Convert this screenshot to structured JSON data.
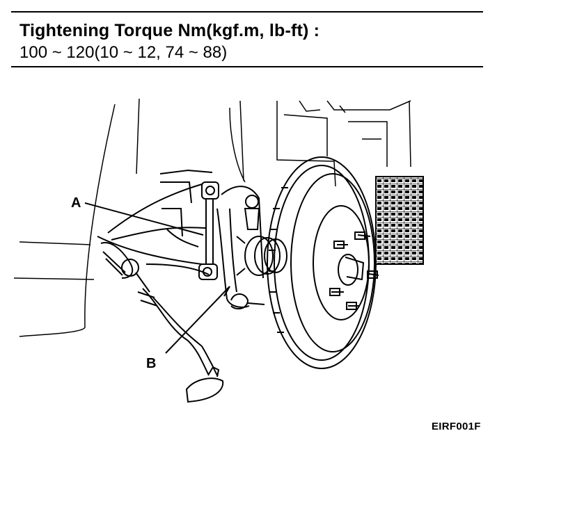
{
  "header": {
    "spec_label": "Tightening Torque Nm(kgf.m, lb-ft) :",
    "spec_value": "100 ~ 120(10 ~ 12, 74 ~ 88)"
  },
  "callouts": {
    "a": "A",
    "b": "B"
  },
  "figure_code": "EIRF001F",
  "colors": {
    "ink": "#000000",
    "paper": "#ffffff"
  }
}
